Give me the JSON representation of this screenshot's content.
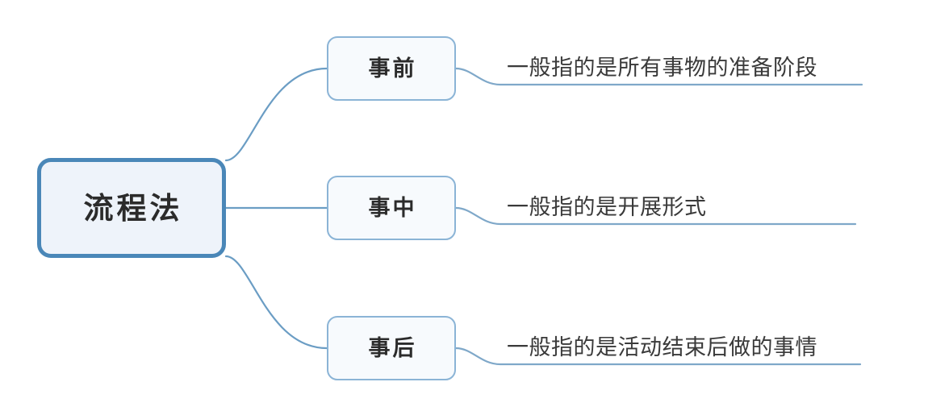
{
  "diagram": {
    "type": "mind-map",
    "background_color": "#ffffff",
    "root": {
      "label": "流程法",
      "border_color": "#4a87b8",
      "fill_color": "#eef3fa"
    },
    "branch_style": {
      "border_color": "#8bb4d6",
      "fill_color": "#f7fafd",
      "connector_color": "#6b9dc4"
    },
    "branches": [
      {
        "label": "事前",
        "description": "一般指的是所有事物的准备阶段"
      },
      {
        "label": "事中",
        "description": "一般指的是开展形式"
      },
      {
        "label": "事后",
        "description": "一般指的是活动结束后做的事情"
      }
    ]
  }
}
